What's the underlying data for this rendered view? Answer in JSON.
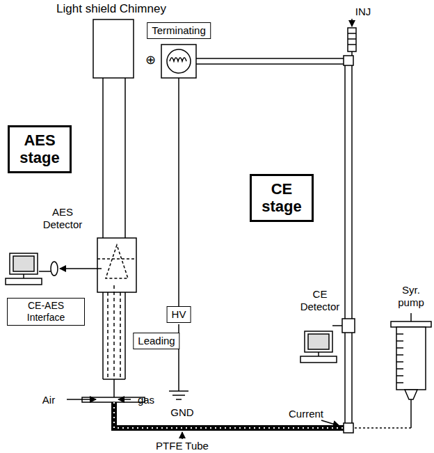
{
  "diagram": {
    "nodes": [
      {
        "text": [
          "AES stage"
        ]
      },
      {
        "text": [
          "CE-AES Interface"
        ]
      },
      {
        "text": [
          "Leading"
        ]
      },
      {
        "text": [
          "Terminating"
        ]
      },
      {
        "text": [
          "HV"
        ]
      },
      {
        "text": [
          "CE stage"
        ]
      }
    ],
    "labels": [
      "Light shield Chimney",
      "AES Detector",
      "Air",
      "gas",
      "GND",
      "⊕",
      "INJ",
      "CE Detector",
      "Syr. pump",
      "Current",
      "PTFE Tube"
    ]
  }
}
